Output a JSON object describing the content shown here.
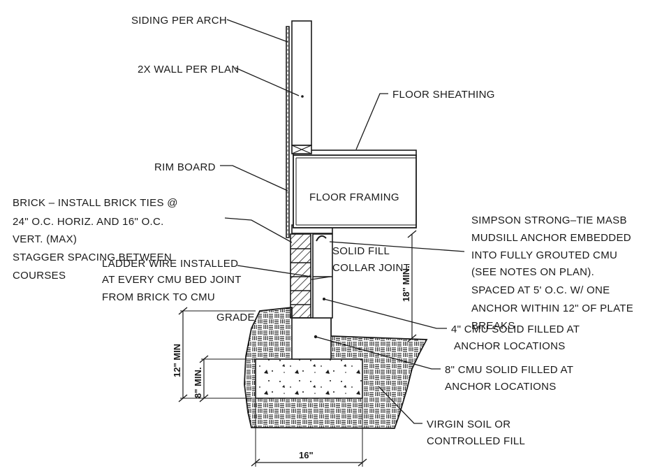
{
  "labels": {
    "siding": "SIDING PER ARCH",
    "wall": "2X WALL PER PLAN",
    "floor_sheathing": "FLOOR SHEATHING",
    "rim_board": "RIM BOARD",
    "floor_framing": "FLOOR FRAMING",
    "brick": [
      "BRICK – INSTALL BRICK TIES @",
      "24\" O.C. HORIZ. AND 16\" O.C.",
      "VERT. (MAX)",
      "STAGGER SPACING BETWEEN",
      "COURSES"
    ],
    "ladder_wire": [
      "LADDER WIRE INSTALLED",
      "AT EVERY CMU BED JOINT",
      "FROM BRICK TO CMU"
    ],
    "solid_fill": [
      "SOLID FILL",
      "COLLAR JOINT"
    ],
    "simpson": [
      "SIMPSON STRONG–TIE MASB",
      "MUDSILL ANCHOR EMBEDDED",
      "INTO FULLY GROUTED CMU",
      "(SEE NOTES ON PLAN).",
      "SPACED AT 5' O.C. W/ ONE",
      "ANCHOR WITHIN 12\" OF PLATE",
      "BREAKS"
    ],
    "cmu4": [
      "4\" CMU SOLID FILLED AT",
      "ANCHOR LOCATIONS"
    ],
    "grade": "GRADE",
    "cmu8": [
      "8\" CMU SOLID FILLED AT",
      "ANCHOR LOCATIONS"
    ],
    "virgin_soil": [
      "VIRGIN SOIL OR",
      "CONTROLLED FILL"
    ]
  },
  "dimensions": {
    "min18": "18\" MIN.",
    "min12": "12\" MIN",
    "min8": "8\" MIN.",
    "width16": "16\""
  }
}
